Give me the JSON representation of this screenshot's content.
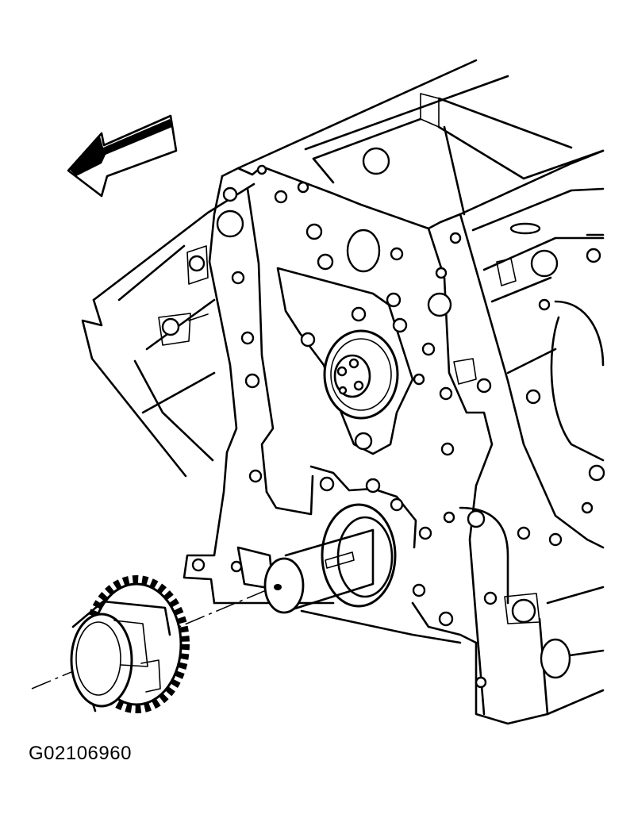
{
  "figure_id": "G02106960",
  "icons": {
    "arrow": "direction-arrow-icon",
    "block": "engine-block-illustration",
    "shaft": "crankshaft-nose",
    "sprocket": "crankshaft-sprocket"
  },
  "colors": {
    "line": "#000000",
    "background": "#ffffff"
  }
}
